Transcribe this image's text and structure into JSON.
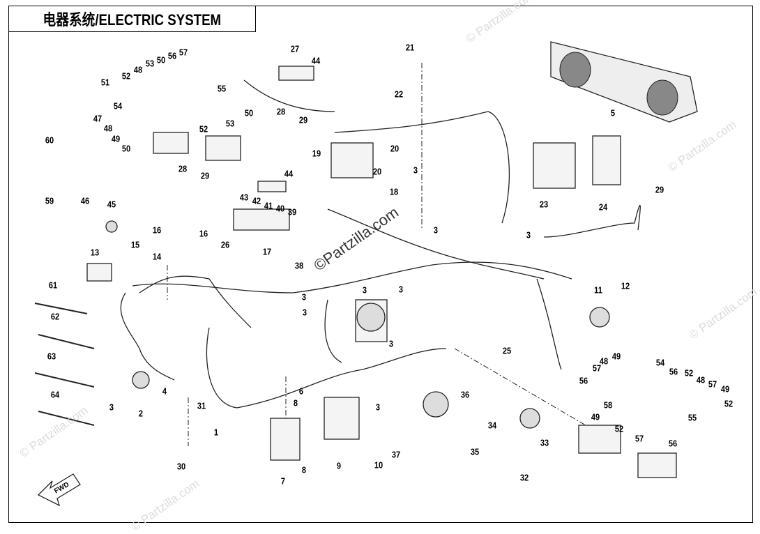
{
  "title": "电器系统/ELECTRIC SYSTEM",
  "watermark": "© Partzilla.com",
  "watermark_center": "©Partzilla.com",
  "fwd_label": "FWD",
  "part_labels": [
    "27",
    "44",
    "21",
    "22",
    "48",
    "53",
    "50",
    "56",
    "57",
    "52",
    "51",
    "55",
    "54",
    "50",
    "47",
    "48",
    "49",
    "50",
    "52",
    "53",
    "28",
    "29",
    "60",
    "19",
    "20",
    "20",
    "3",
    "18",
    "28",
    "29",
    "44",
    "43",
    "42",
    "41",
    "40",
    "39",
    "59",
    "46",
    "45",
    "16",
    "16",
    "15",
    "14",
    "13",
    "26",
    "17",
    "38",
    "23",
    "24",
    "29",
    "3",
    "3",
    "11",
    "12",
    "5",
    "61",
    "62",
    "63",
    "64",
    "3",
    "3",
    "3",
    "3",
    "3",
    "25",
    "4",
    "3",
    "2",
    "31",
    "1",
    "30",
    "6",
    "8",
    "8",
    "7",
    "9",
    "3",
    "10",
    "36",
    "37",
    "34",
    "35",
    "33",
    "32",
    "49",
    "48",
    "57",
    "56",
    "54",
    "56",
    "52",
    "48",
    "57",
    "49",
    "52",
    "58",
    "49",
    "52",
    "55",
    "57",
    "56"
  ]
}
